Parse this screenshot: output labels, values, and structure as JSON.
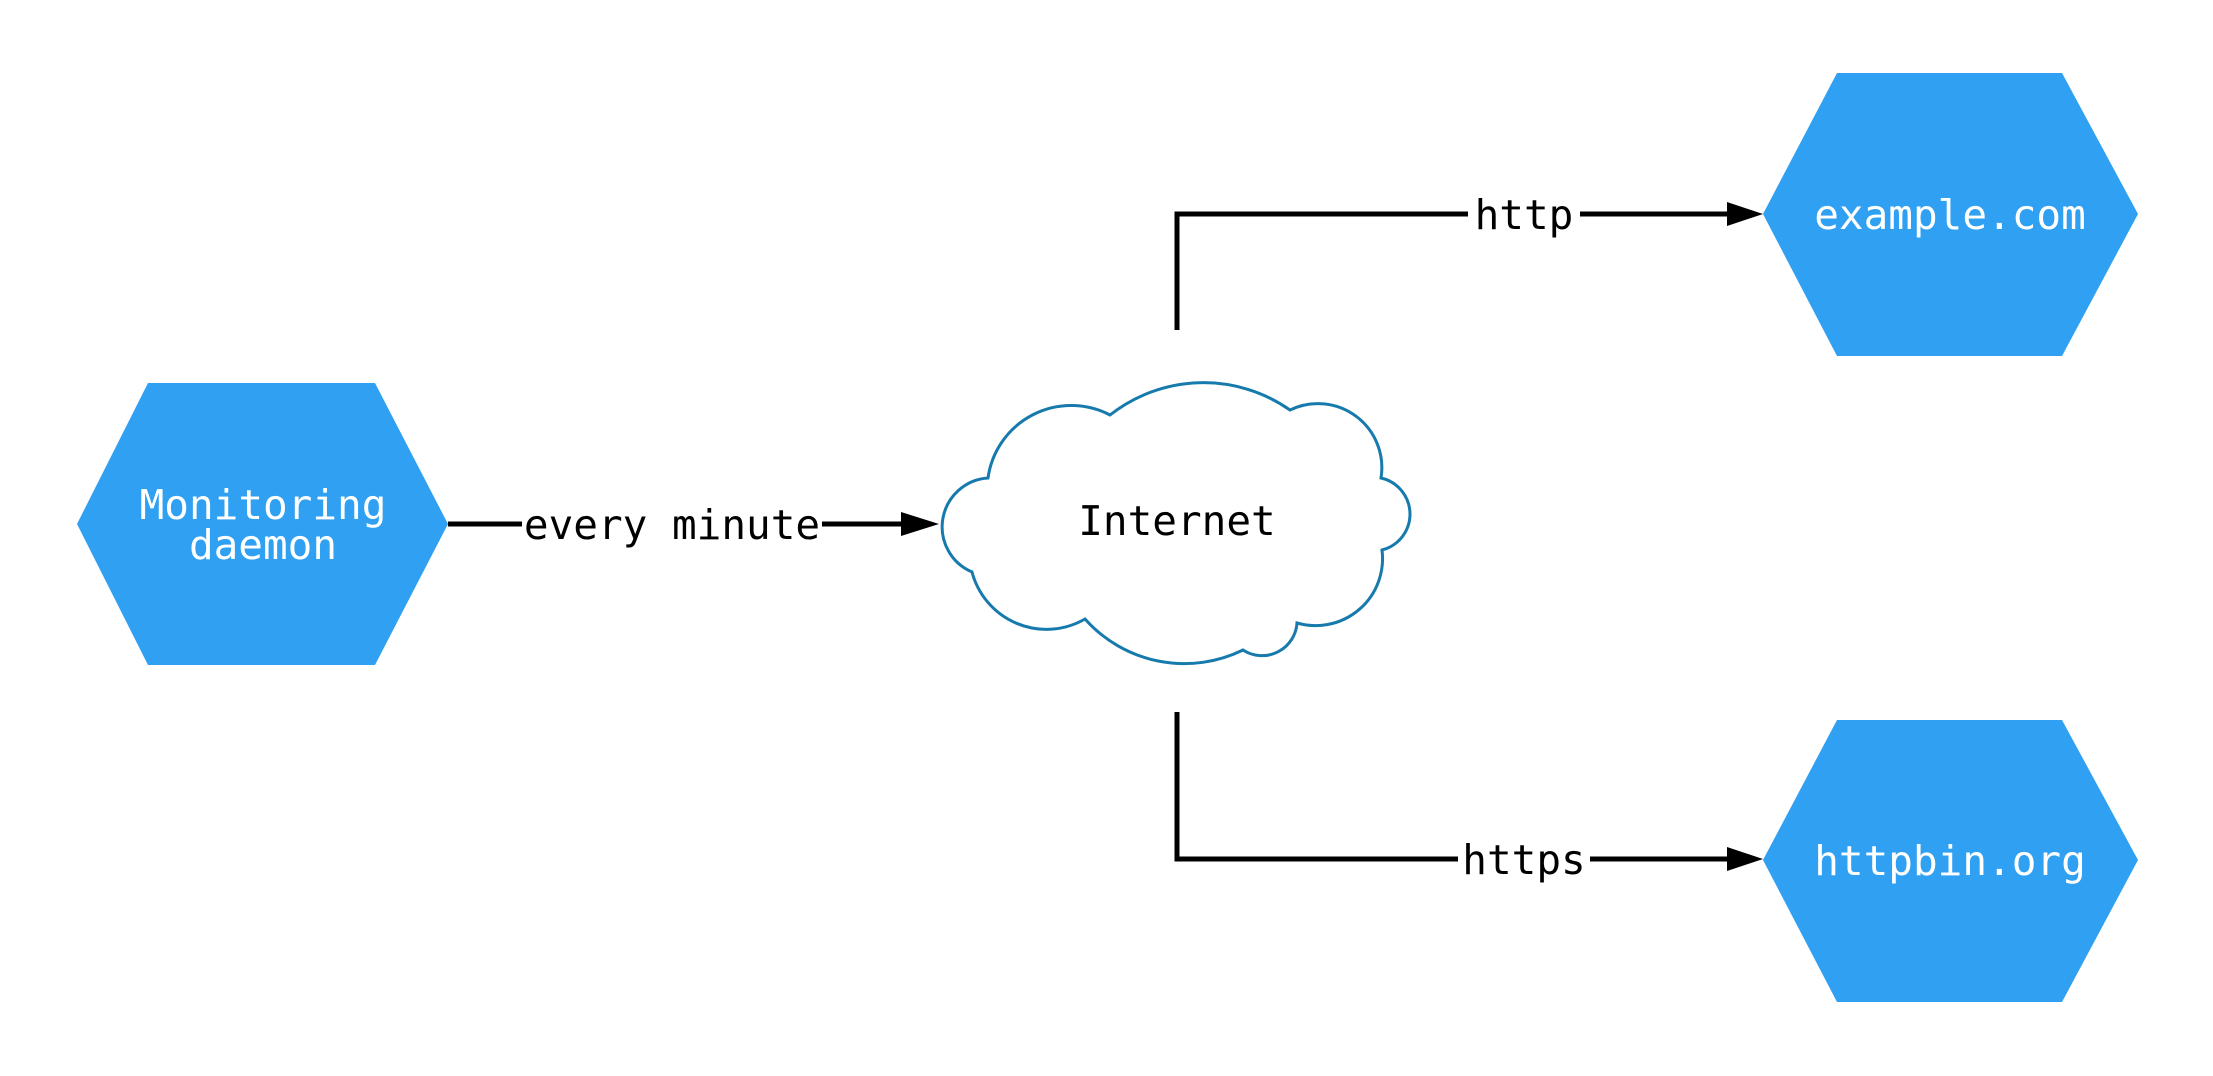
{
  "diagram": {
    "nodes": [
      {
        "id": "monitoring-daemon",
        "shape": "hexagon",
        "label": "Monitoring daemon",
        "label_lines": [
          "Monitoring",
          "daemon"
        ]
      },
      {
        "id": "internet",
        "shape": "cloud",
        "label": "Internet"
      },
      {
        "id": "example-com",
        "shape": "hexagon",
        "label": "example.com"
      },
      {
        "id": "httpbin-org",
        "shape": "hexagon",
        "label": "httpbin.org"
      }
    ],
    "edges": [
      {
        "from": "monitoring-daemon",
        "to": "internet",
        "label": "every minute"
      },
      {
        "from": "internet",
        "to": "example-com",
        "label": "http"
      },
      {
        "from": "internet",
        "to": "httpbin-org",
        "label": "https"
      }
    ],
    "colors": {
      "background": "#ffffff",
      "node_fill": "#2fa0f2",
      "node_text": "#ffffff",
      "cloud_fill": "#ffffff",
      "cloud_stroke": "#177aac",
      "edge": "#000000",
      "edge_text": "#000000"
    }
  }
}
